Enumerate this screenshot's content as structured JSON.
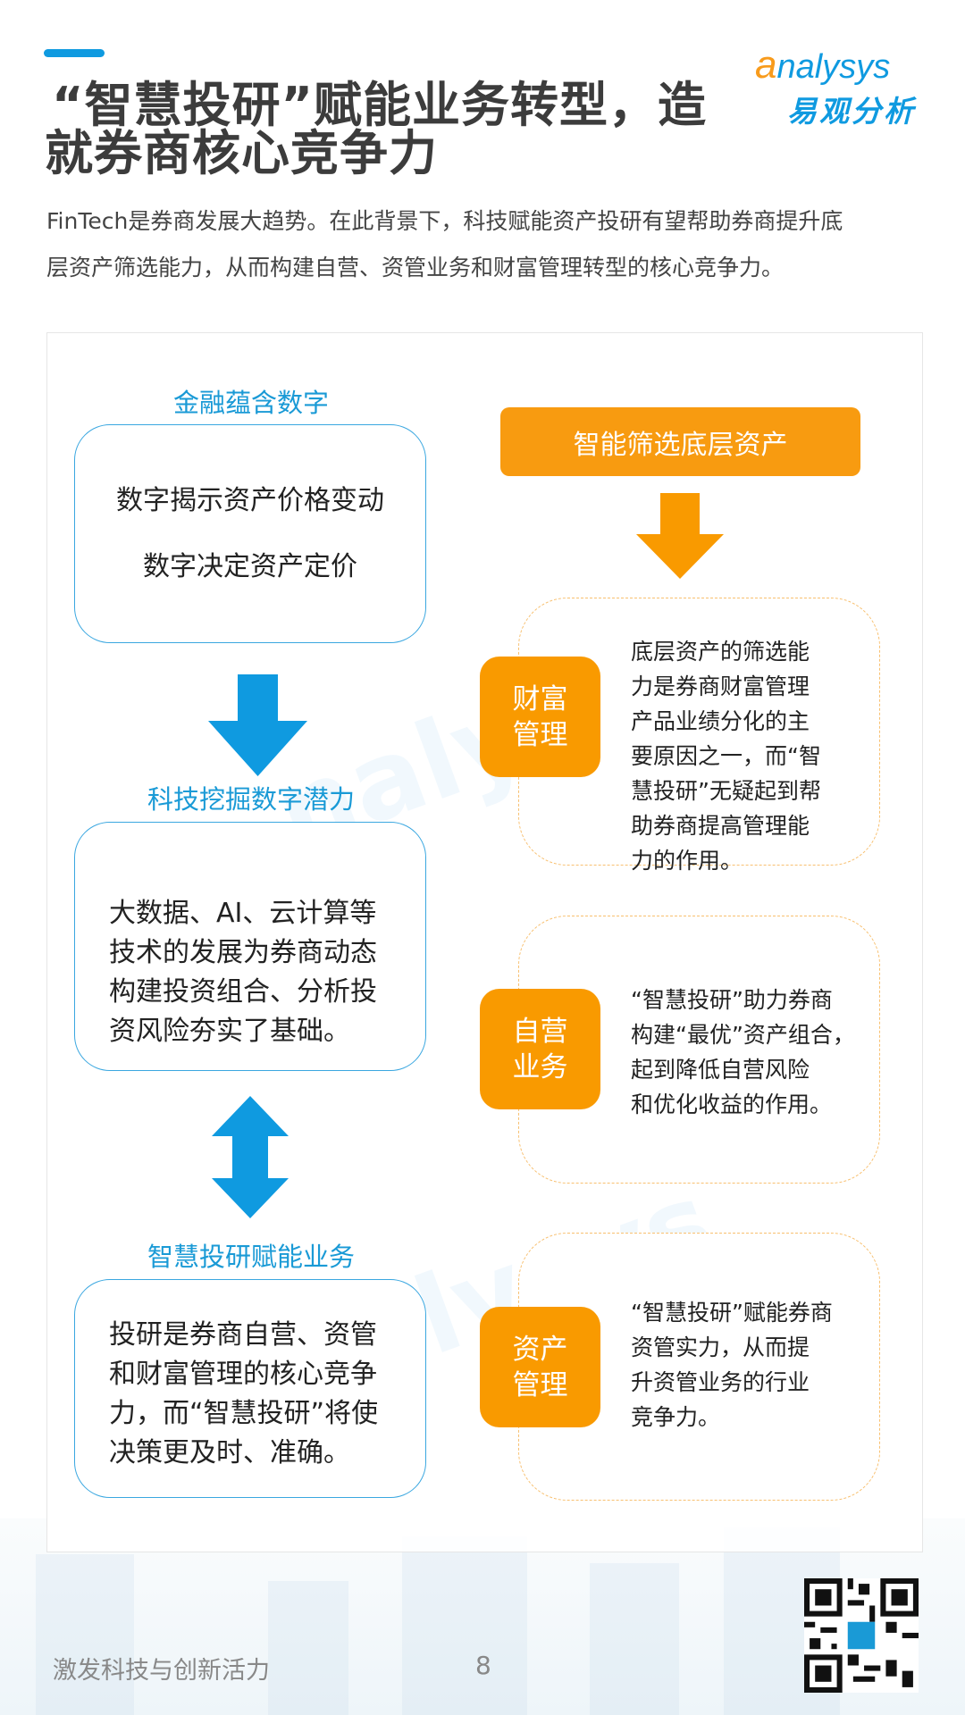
{
  "header": {
    "title_line1": "“智慧投研”赋能业务转型，造",
    "title_line2": "就券商核心竞争力",
    "subtitle_line1": "FinTech是券商发展大趋势。在此背景下，科技赋能资产投研有望帮助券商提升底",
    "subtitle_line2": "层资产筛选能力，从而构建自营、资管业务和财富管理转型的核心竞争力。"
  },
  "logo": {
    "en_a": "a",
    "en_rest": "nalysys",
    "cn": "易观分析"
  },
  "left": [
    {
      "label": "金融蕴含数字",
      "lines": [
        "数字揭示资产价格变动",
        "数字决定资产定价"
      ]
    },
    {
      "label": "科技挖掘数字潜力",
      "lines": [
        "大数据、AI、云计算等",
        "技术的发展为券商动态",
        "构建投资组合、分析投",
        "资风险夯实了基础。"
      ]
    },
    {
      "label": "智慧投研赋能业务",
      "lines": [
        "投研是券商自营、资管",
        "和财富管理的核心竞争",
        "力，而“智慧投研”将使",
        "决策更及时、准确。"
      ]
    }
  ],
  "right": {
    "header_button": "智能筛选底层资产",
    "items": [
      {
        "badge": [
          "财富",
          "管理"
        ],
        "lines": [
          "底层资产的筛选能",
          "力是券商财富管理",
          "产品业绩分化的主",
          "要原因之一，而“智",
          "慧投研”无疑起到帮",
          "助券商提高管理能",
          "力的作用。"
        ]
      },
      {
        "badge": [
          "自营",
          "业务"
        ],
        "lines": [
          "“智慧投研”助力券商",
          "构建“最优”资产组合，",
          "起到降低自营风险",
          "和优化收益的作用。"
        ]
      },
      {
        "badge": [
          "资产",
          "管理"
        ],
        "lines": [
          "“智慧投研”赋能券商",
          "资管实力，从而提",
          "升资管业务的行业",
          "竞争力。"
        ]
      }
    ]
  },
  "footer": {
    "slogan": "激发科技与创新活力",
    "page": "8"
  },
  "colors": {
    "blue": "#0f9ae0",
    "orange": "#f99a00"
  }
}
